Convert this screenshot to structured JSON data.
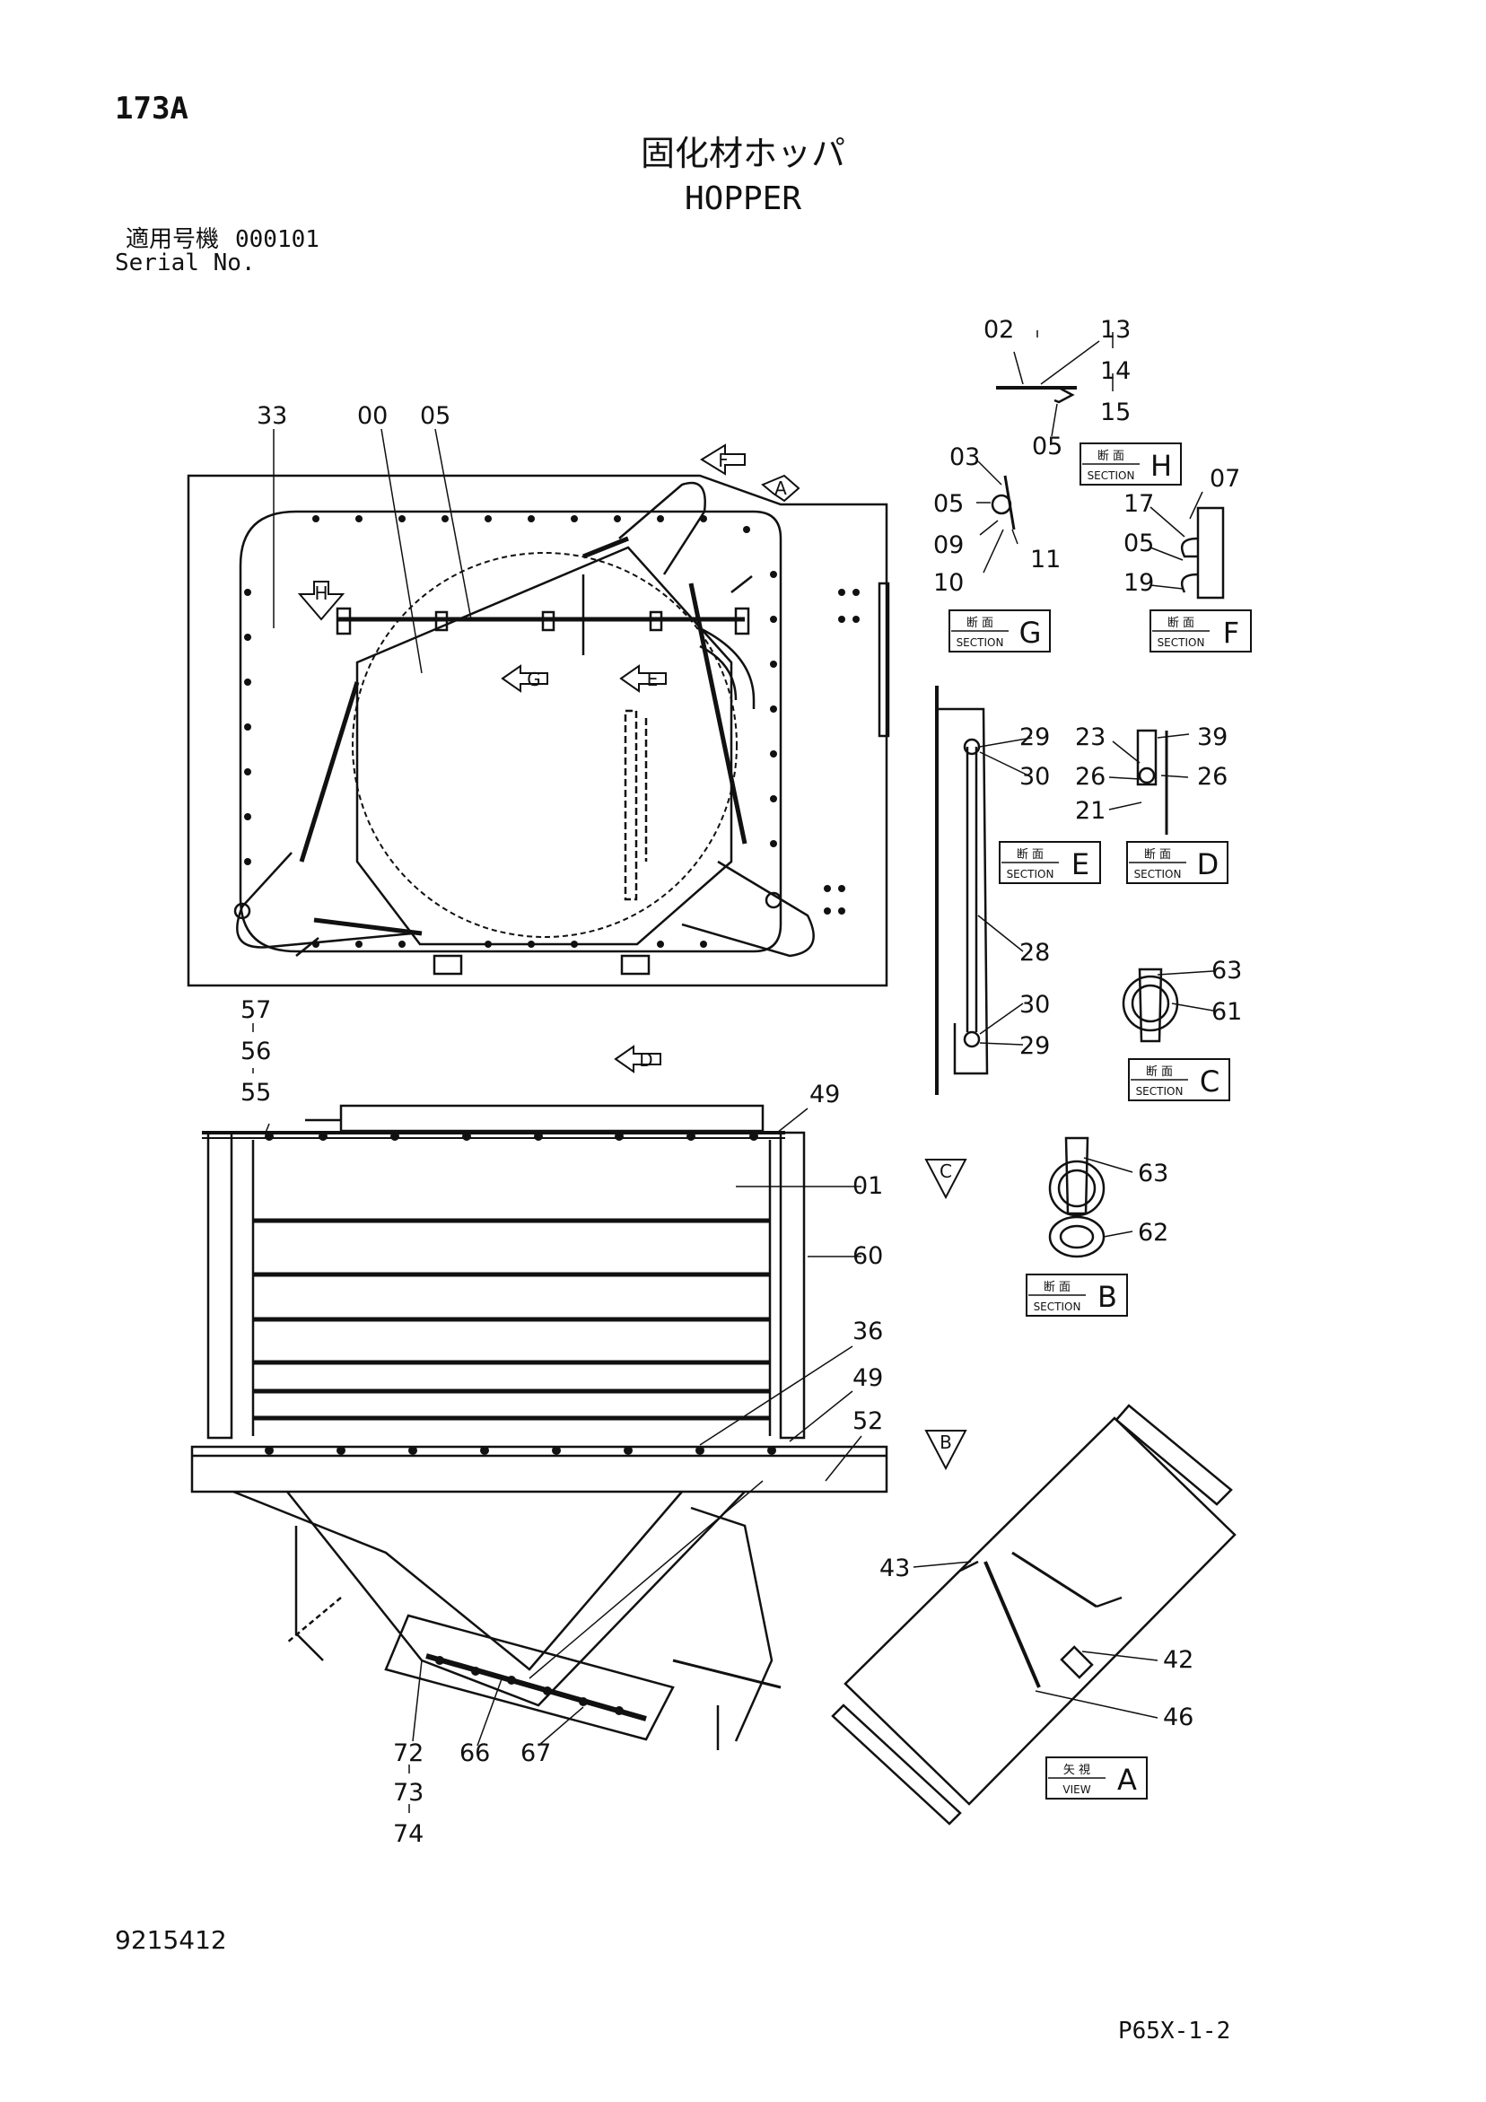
{
  "header": {
    "code": "173A",
    "title_jp": "固化材ホッパ",
    "title_en": "HOPPER",
    "serial_label_jp": "適用号機",
    "serial_number": "000101",
    "serial_label_en": "Serial No."
  },
  "footer": {
    "document_number": "9215412",
    "page_code": "P65X-1-2"
  },
  "callouts": {
    "c00": "00",
    "c01": "01",
    "c02": "02",
    "c03": "03",
    "c05a": "05",
    "c05b": "05",
    "c05c": "05",
    "c05d": "05",
    "c07": "07",
    "c09": "09",
    "c10": "10",
    "c11": "11",
    "c13": "13",
    "c14": "14",
    "c15": "15",
    "c17": "17",
    "c19": "19",
    "c21": "21",
    "c23": "23",
    "c26a": "26",
    "c26b": "26",
    "c28": "28",
    "c29a": "29",
    "c29b": "29",
    "c30a": "30",
    "c30b": "30",
    "c33": "33",
    "c36": "36",
    "c39": "39",
    "c42": "42",
    "c43": "43",
    "c46": "46",
    "c49a": "49",
    "c49b": "49",
    "c52": "52",
    "c55": "55",
    "c56": "56",
    "c57": "57",
    "c60": "60",
    "c61": "61",
    "c62": "62",
    "c63a": "63",
    "c63b": "63",
    "c66": "66",
    "c67": "67",
    "c72": "72",
    "c73": "73",
    "c74": "74"
  },
  "section_labels": {
    "jp": "断 面",
    "en": "SECTION",
    "h": "H",
    "g": "G",
    "f": "F",
    "e": "E",
    "d": "D",
    "c": "C",
    "b": "B"
  },
  "view_label": {
    "jp": "矢 視",
    "en": "VIEW",
    "a": "A"
  },
  "view_arrows": {
    "f": "F",
    "a": "A",
    "h": "H",
    "g": "G",
    "e": "E",
    "d": "D",
    "c": "C",
    "b": "B"
  }
}
